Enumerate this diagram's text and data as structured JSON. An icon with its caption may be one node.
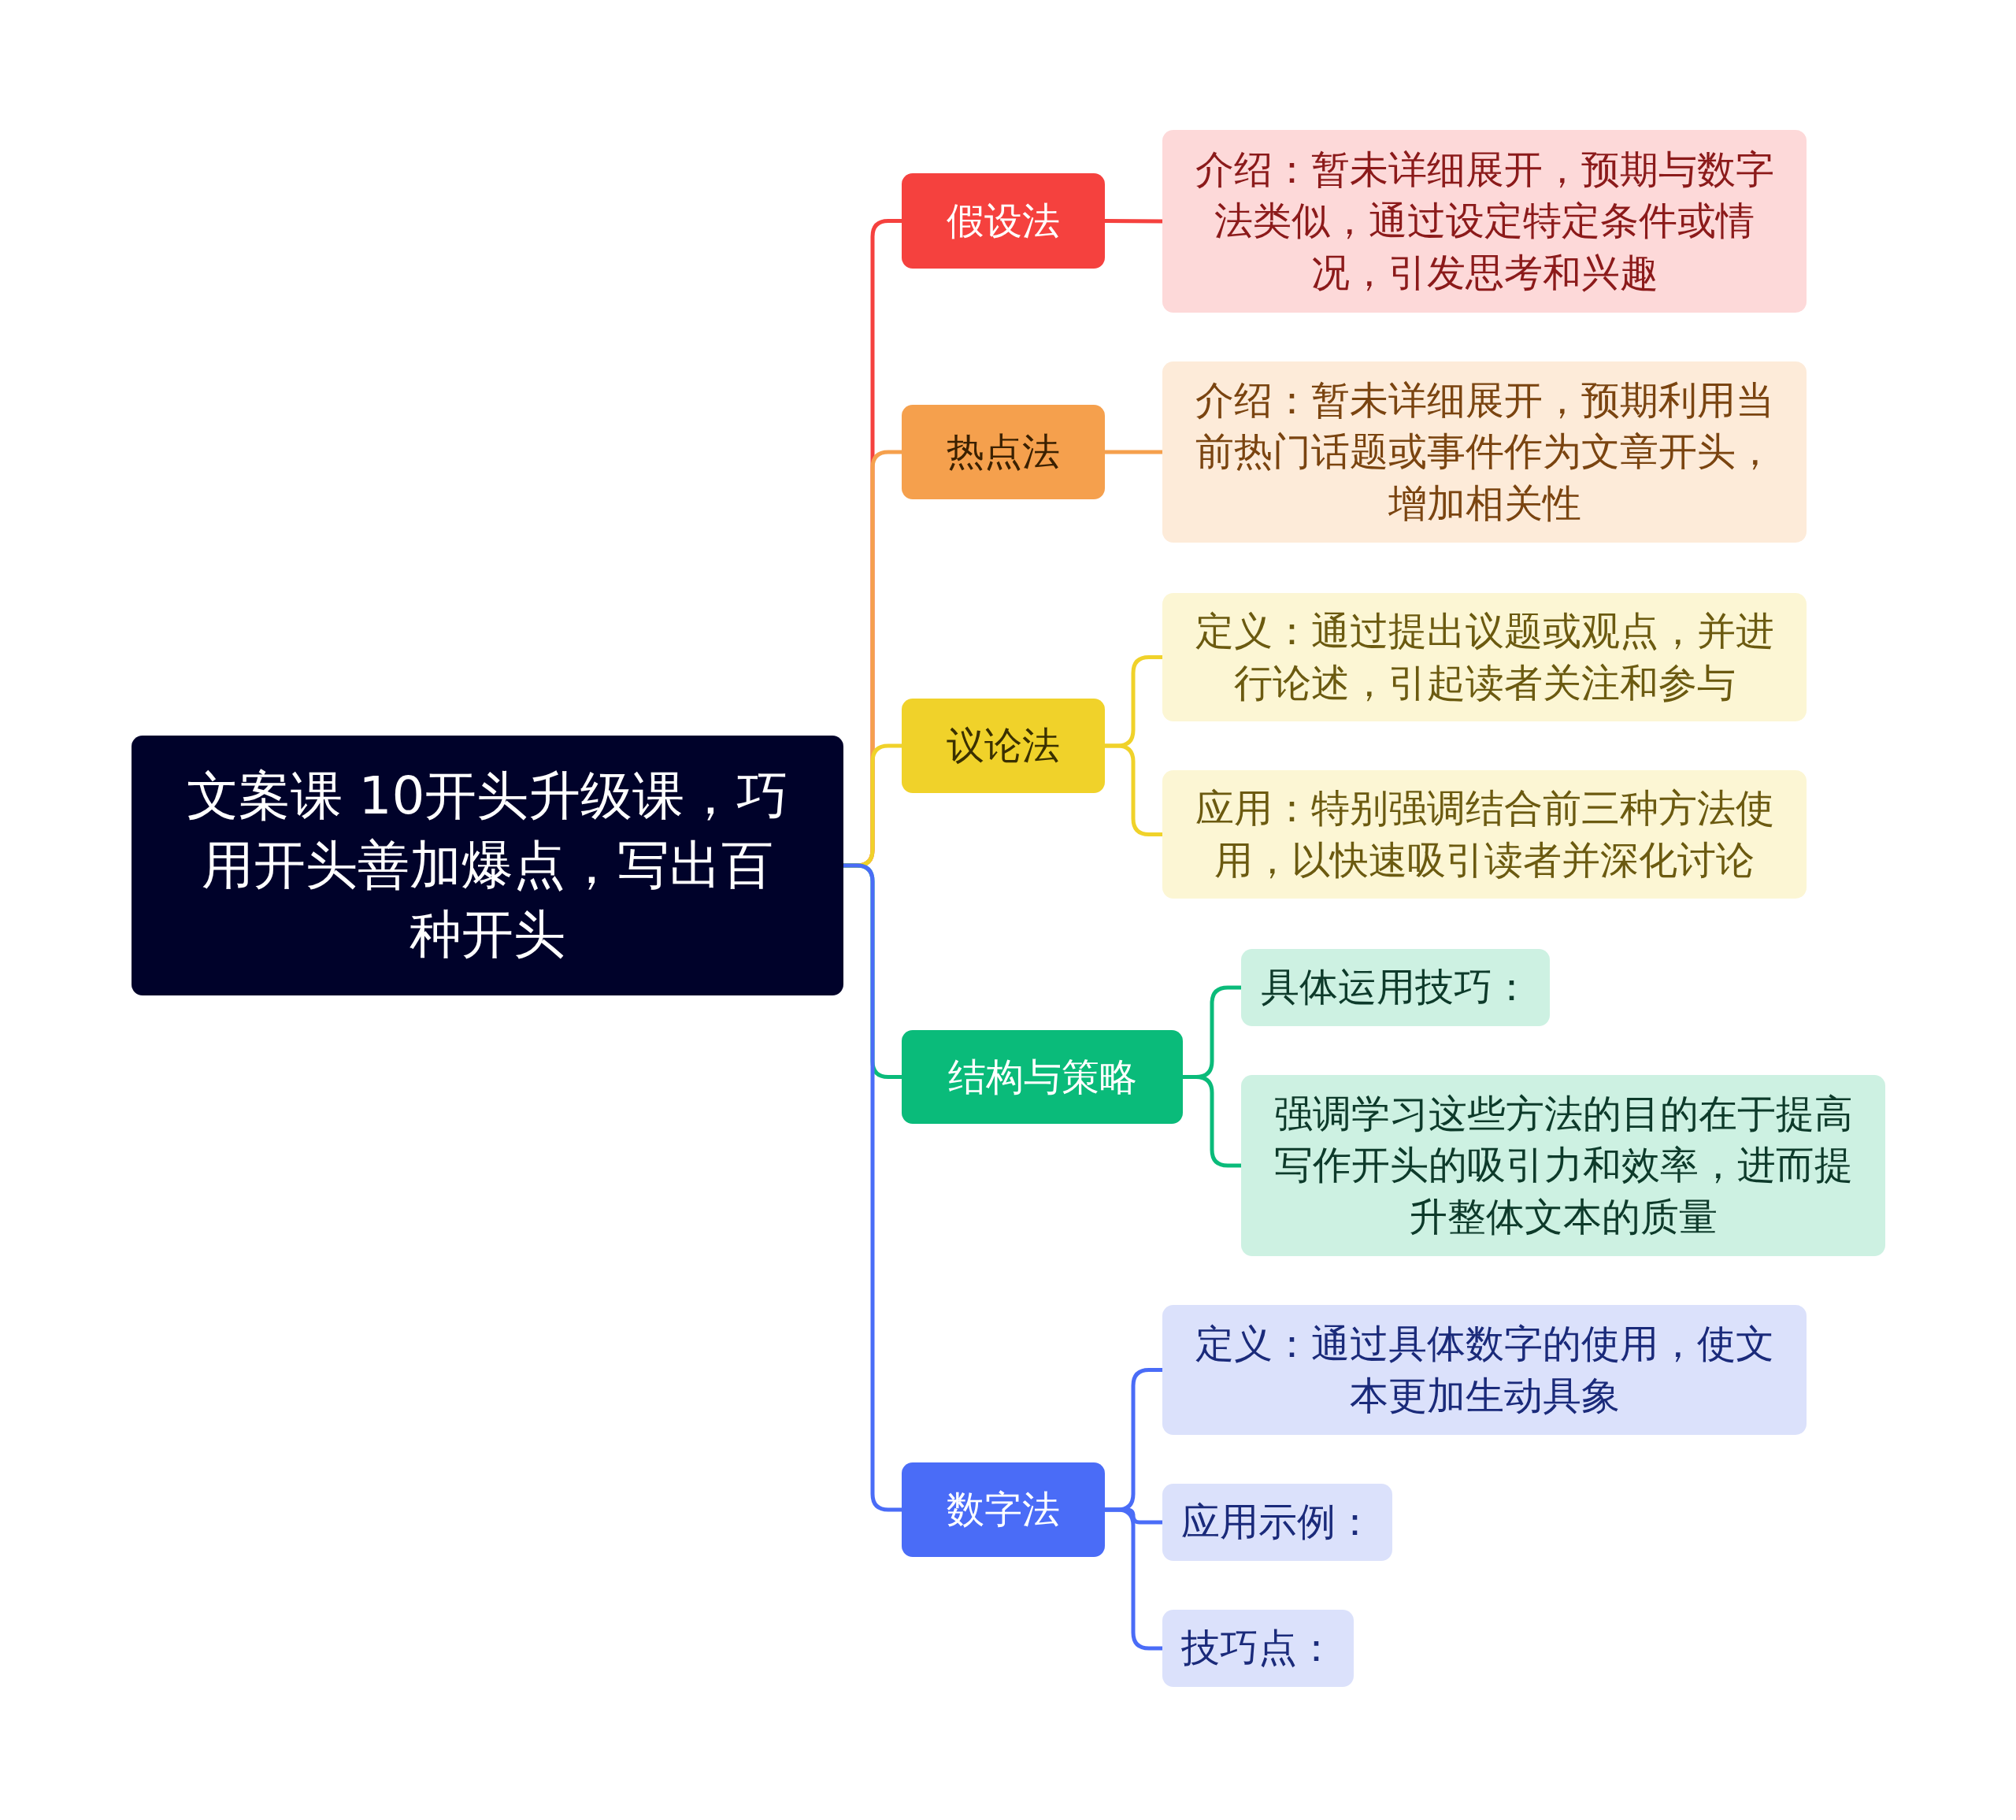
{
  "diagram": {
    "nodes": [
      {
        "text": [
          "文案课 10开头升级课，巧用开头善加爆点，写出百种开头"
        ]
      },
      {
        "text": [
          "假设法"
        ]
      },
      {
        "text": [
          "介绍：暂未详细展开，预期与数字法类似，通过设定特定条件或情况，引发思考和兴趣"
        ]
      },
      {
        "text": [
          "热点法"
        ]
      },
      {
        "text": [
          "介绍：暂未详细展开，预期利用当前热门话题或事件作为文章开头，增加相关性"
        ]
      },
      {
        "text": [
          "议论法"
        ]
      },
      {
        "text": [
          "定义：通过提出议题或观点，并进行论述，引起读者关注和参与"
        ]
      },
      {
        "text": [
          "应用：特别强调结合前三种方法使用，以快速吸引读者并深化讨论"
        ]
      },
      {
        "text": [
          "结构与策略"
        ]
      },
      {
        "text": [
          "具体运用技巧："
        ]
      },
      {
        "text": [
          "强调学习这些方法的目的在于提高写作开头的吸引力和效率，进而提升整体文本的质量"
        ]
      },
      {
        "text": [
          "数字法"
        ]
      },
      {
        "text": [
          "定义：通过具体数字的使用，使文本更加生动具象"
        ]
      },
      {
        "text": [
          "应用示例："
        ]
      },
      {
        "text": [
          "技巧点："
        ]
      }
    ],
    "edges": [
      {
        "from": 0,
        "to": 1,
        "arrow": "none",
        "color": "#f5413e"
      },
      {
        "from": 0,
        "to": 3,
        "arrow": "none",
        "color": "#f5a04d"
      },
      {
        "from": 0,
        "to": 5,
        "arrow": "none",
        "color": "#f0d22a"
      },
      {
        "from": 0,
        "to": 8,
        "arrow": "none",
        "color": "#0abb7a"
      },
      {
        "from": 0,
        "to": 11,
        "arrow": "none",
        "color": "#4a6cf7"
      },
      {
        "from": 1,
        "to": 2,
        "arrow": "none",
        "color": "#f5413e"
      },
      {
        "from": 3,
        "to": 4,
        "arrow": "none",
        "color": "#f5a04d"
      },
      {
        "from": 5,
        "to": 6,
        "arrow": "none",
        "color": "#f0d22a"
      },
      {
        "from": 5,
        "to": 7,
        "arrow": "none",
        "color": "#f0d22a"
      },
      {
        "from": 8,
        "to": 9,
        "arrow": "none",
        "color": "#0abb7a"
      },
      {
        "from": 8,
        "to": 10,
        "arrow": "none",
        "color": "#0abb7a"
      },
      {
        "from": 11,
        "to": 12,
        "arrow": "none",
        "color": "#4a6cf7"
      },
      {
        "from": 11,
        "to": 13,
        "arrow": "none",
        "color": "#4a6cf7"
      },
      {
        "from": 11,
        "to": 14,
        "arrow": "none",
        "color": "#4a6cf7"
      }
    ]
  }
}
